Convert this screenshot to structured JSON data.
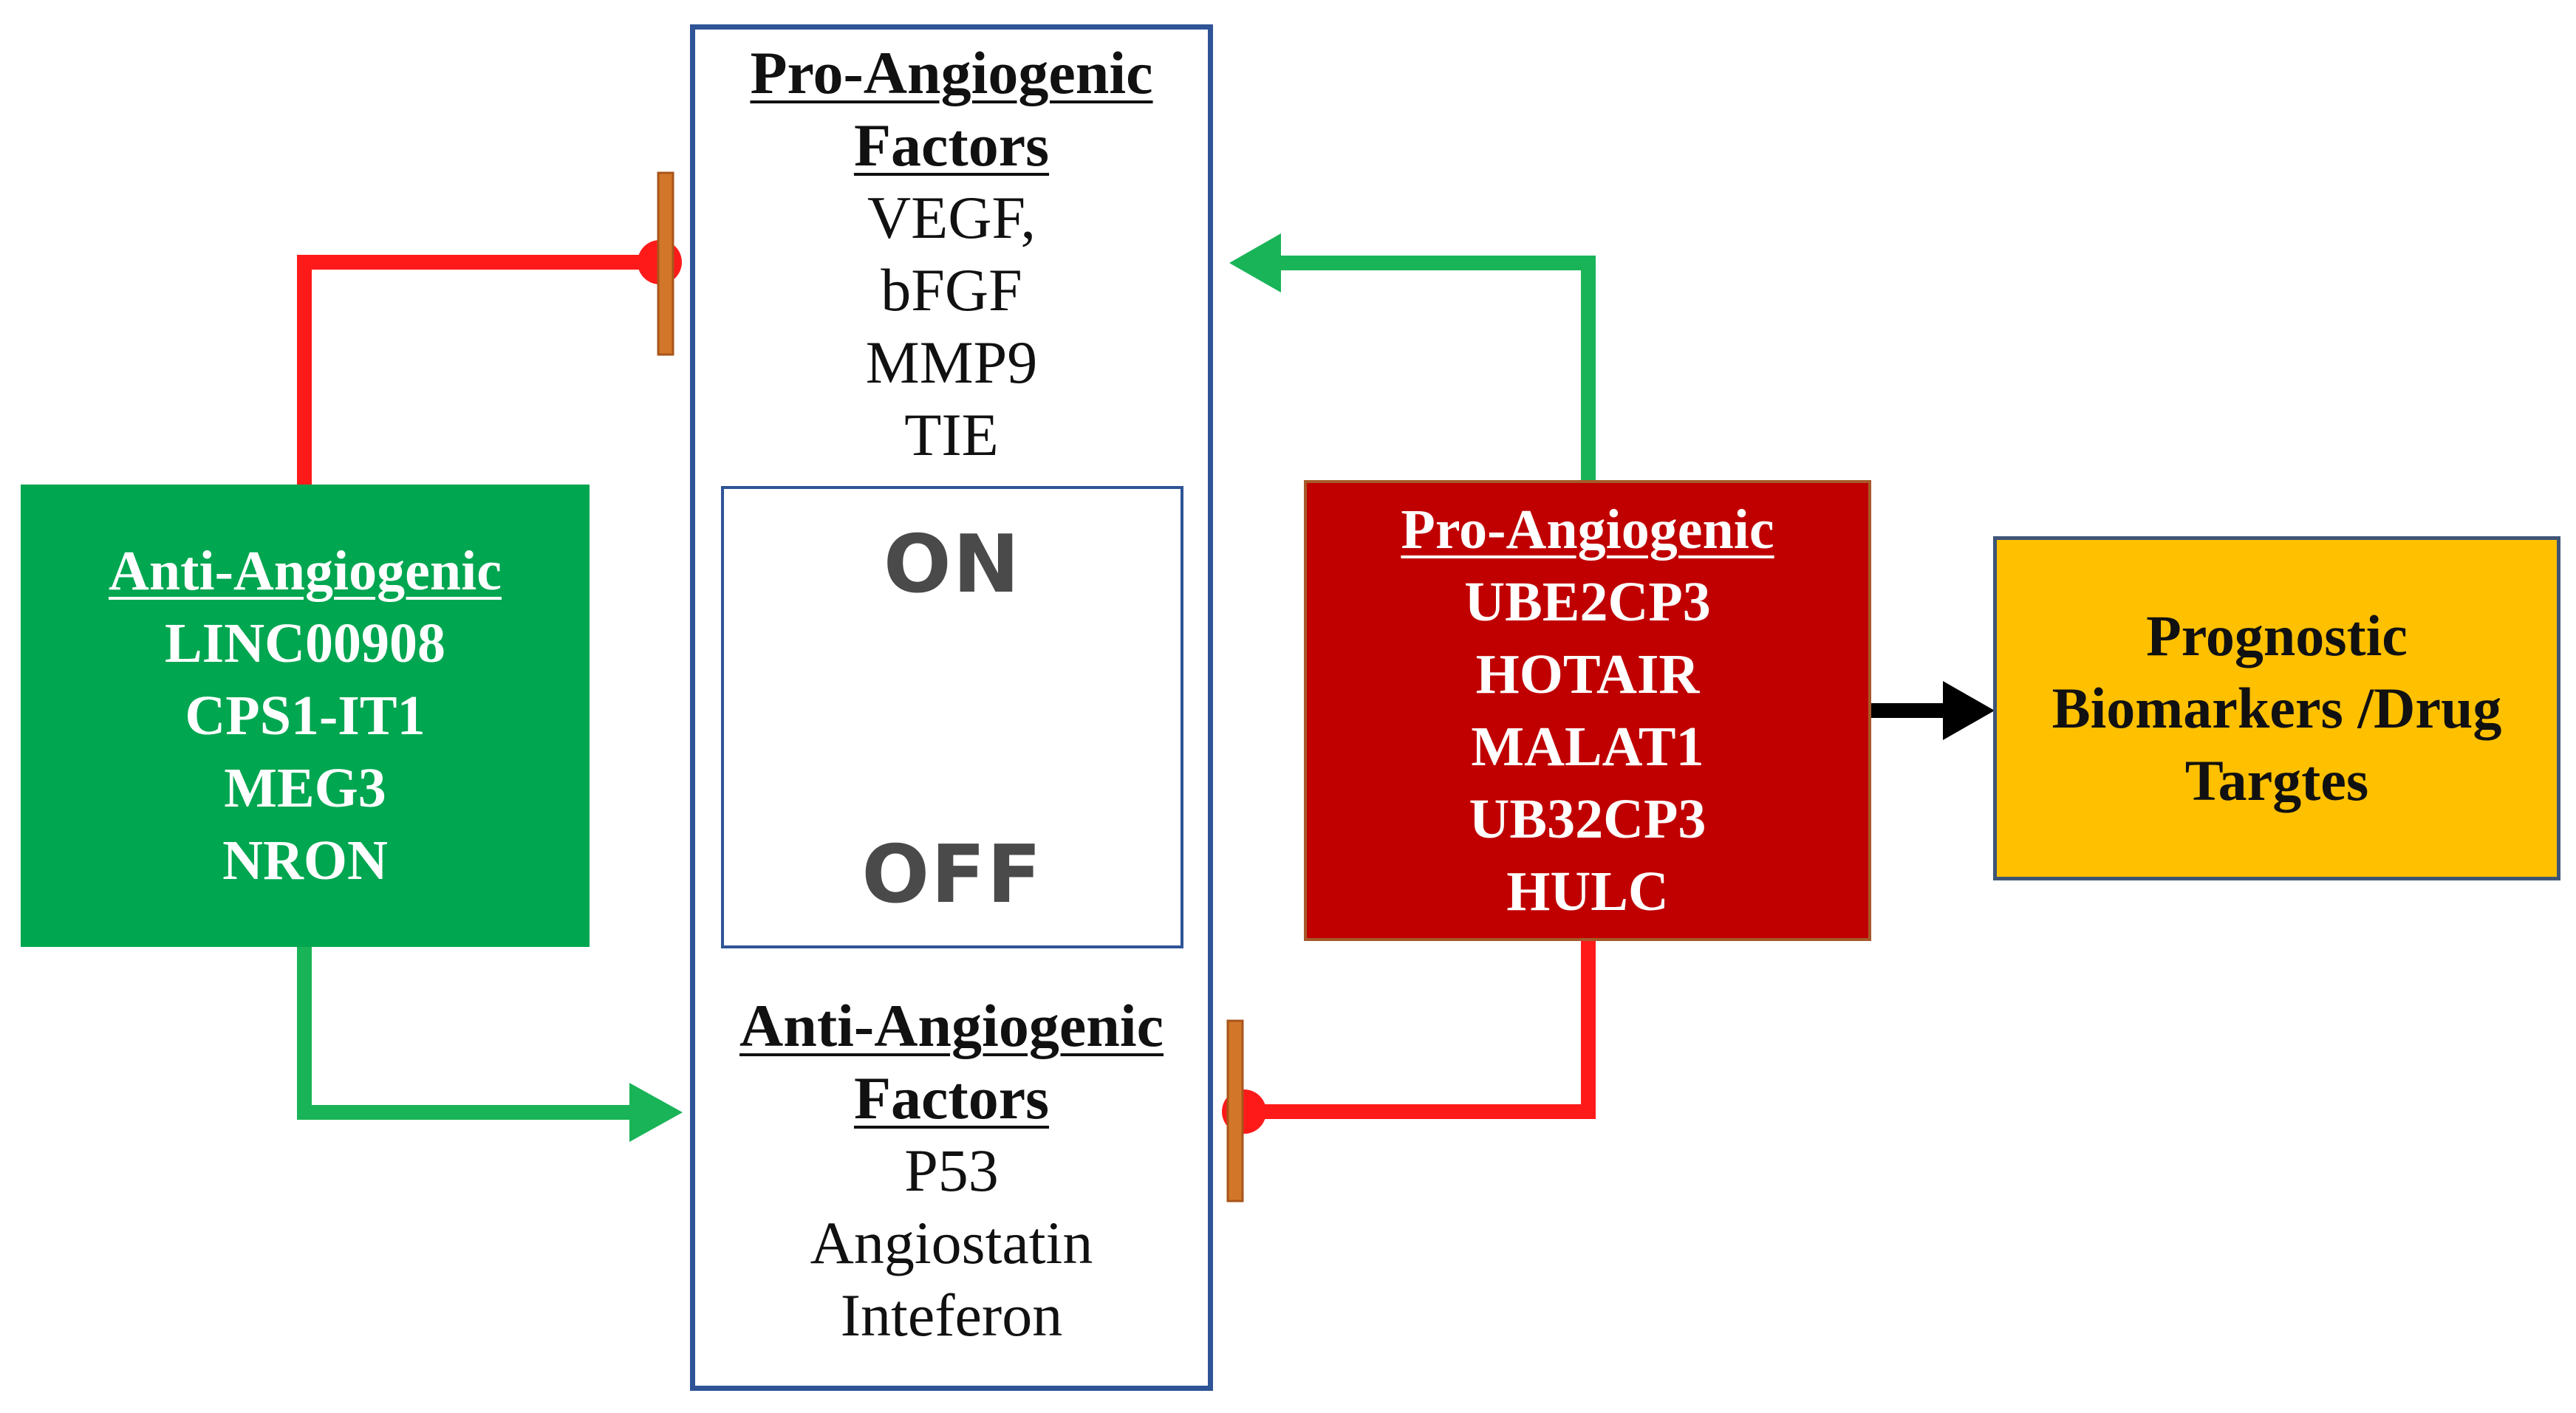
{
  "center": {
    "pro_title_1": "Pro-Angiogenic",
    "pro_title_2": "Factors",
    "pro_items": [
      "VEGF,",
      "bFGF",
      "MMP9",
      "TIE"
    ],
    "anti_title_1": "Anti-Angiogenic",
    "anti_title_2": "Factors",
    "anti_items": [
      "P53",
      "Angiostatin",
      "Inteferon"
    ],
    "switch_on": "ON",
    "switch_off": "OFF"
  },
  "anti_box": {
    "title": "Anti-Angiogenic",
    "items": [
      "LINC00908",
      "CPS1-IT1",
      "MEG3",
      "NRON"
    ]
  },
  "pro_box": {
    "title": "Pro-Angiogenic",
    "items": [
      "UBE2CP3",
      "HOTAIR",
      "MALAT1",
      "UB32CP3",
      "HULC"
    ]
  },
  "prognostic_box": {
    "lines": [
      "Prognostic",
      "Biomarkers /Drug",
      "Targtes"
    ]
  },
  "colors": {
    "activation_green": "#19b457",
    "inhibition_red": "#ff1a1a",
    "inhibitor_bar": "#d2772a",
    "panel_border": "#2f5496",
    "anti_box_fill": "#00a650",
    "pro_box_fill": "#c00000",
    "prognostic_fill": "#ffc000",
    "switch_red": "#e8141a"
  }
}
